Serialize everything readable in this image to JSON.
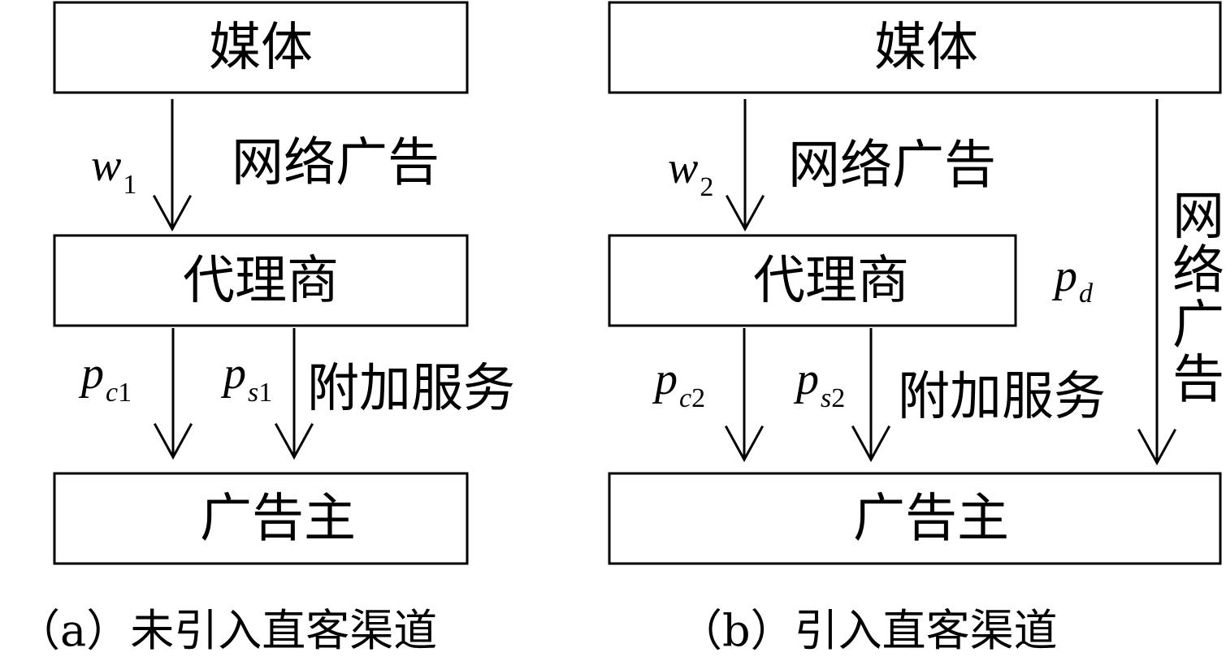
{
  "panel_a": {
    "top_box": "媒体",
    "middle_box": "代理商",
    "bottom_box": "广告主",
    "arrow1_label": "网络广告",
    "w_var": "w",
    "w_sub": "1",
    "pc_var": "p",
    "pc_sub": "c",
    "pc_num": "1",
    "ps_var": "p",
    "ps_sub": "s",
    "ps_num": "1",
    "service_label": "附加服务",
    "caption": "（a）未引入直客渠道"
  },
  "panel_b": {
    "top_box": "媒体",
    "middle_box": "代理商",
    "bottom_box": "广告主",
    "arrow1_label": "网络广告",
    "w_var": "w",
    "w_sub": "2",
    "pc_var": "p",
    "pc_sub": "c",
    "pc_num": "2",
    "ps_var": "p",
    "ps_sub": "s",
    "ps_num": "2",
    "service_label": "附加服务",
    "pd_var": "p",
    "pd_sub": "d",
    "direct_label_chars": [
      "网",
      "络",
      "广",
      "告"
    ],
    "caption": "（b）引入直客渠道"
  }
}
